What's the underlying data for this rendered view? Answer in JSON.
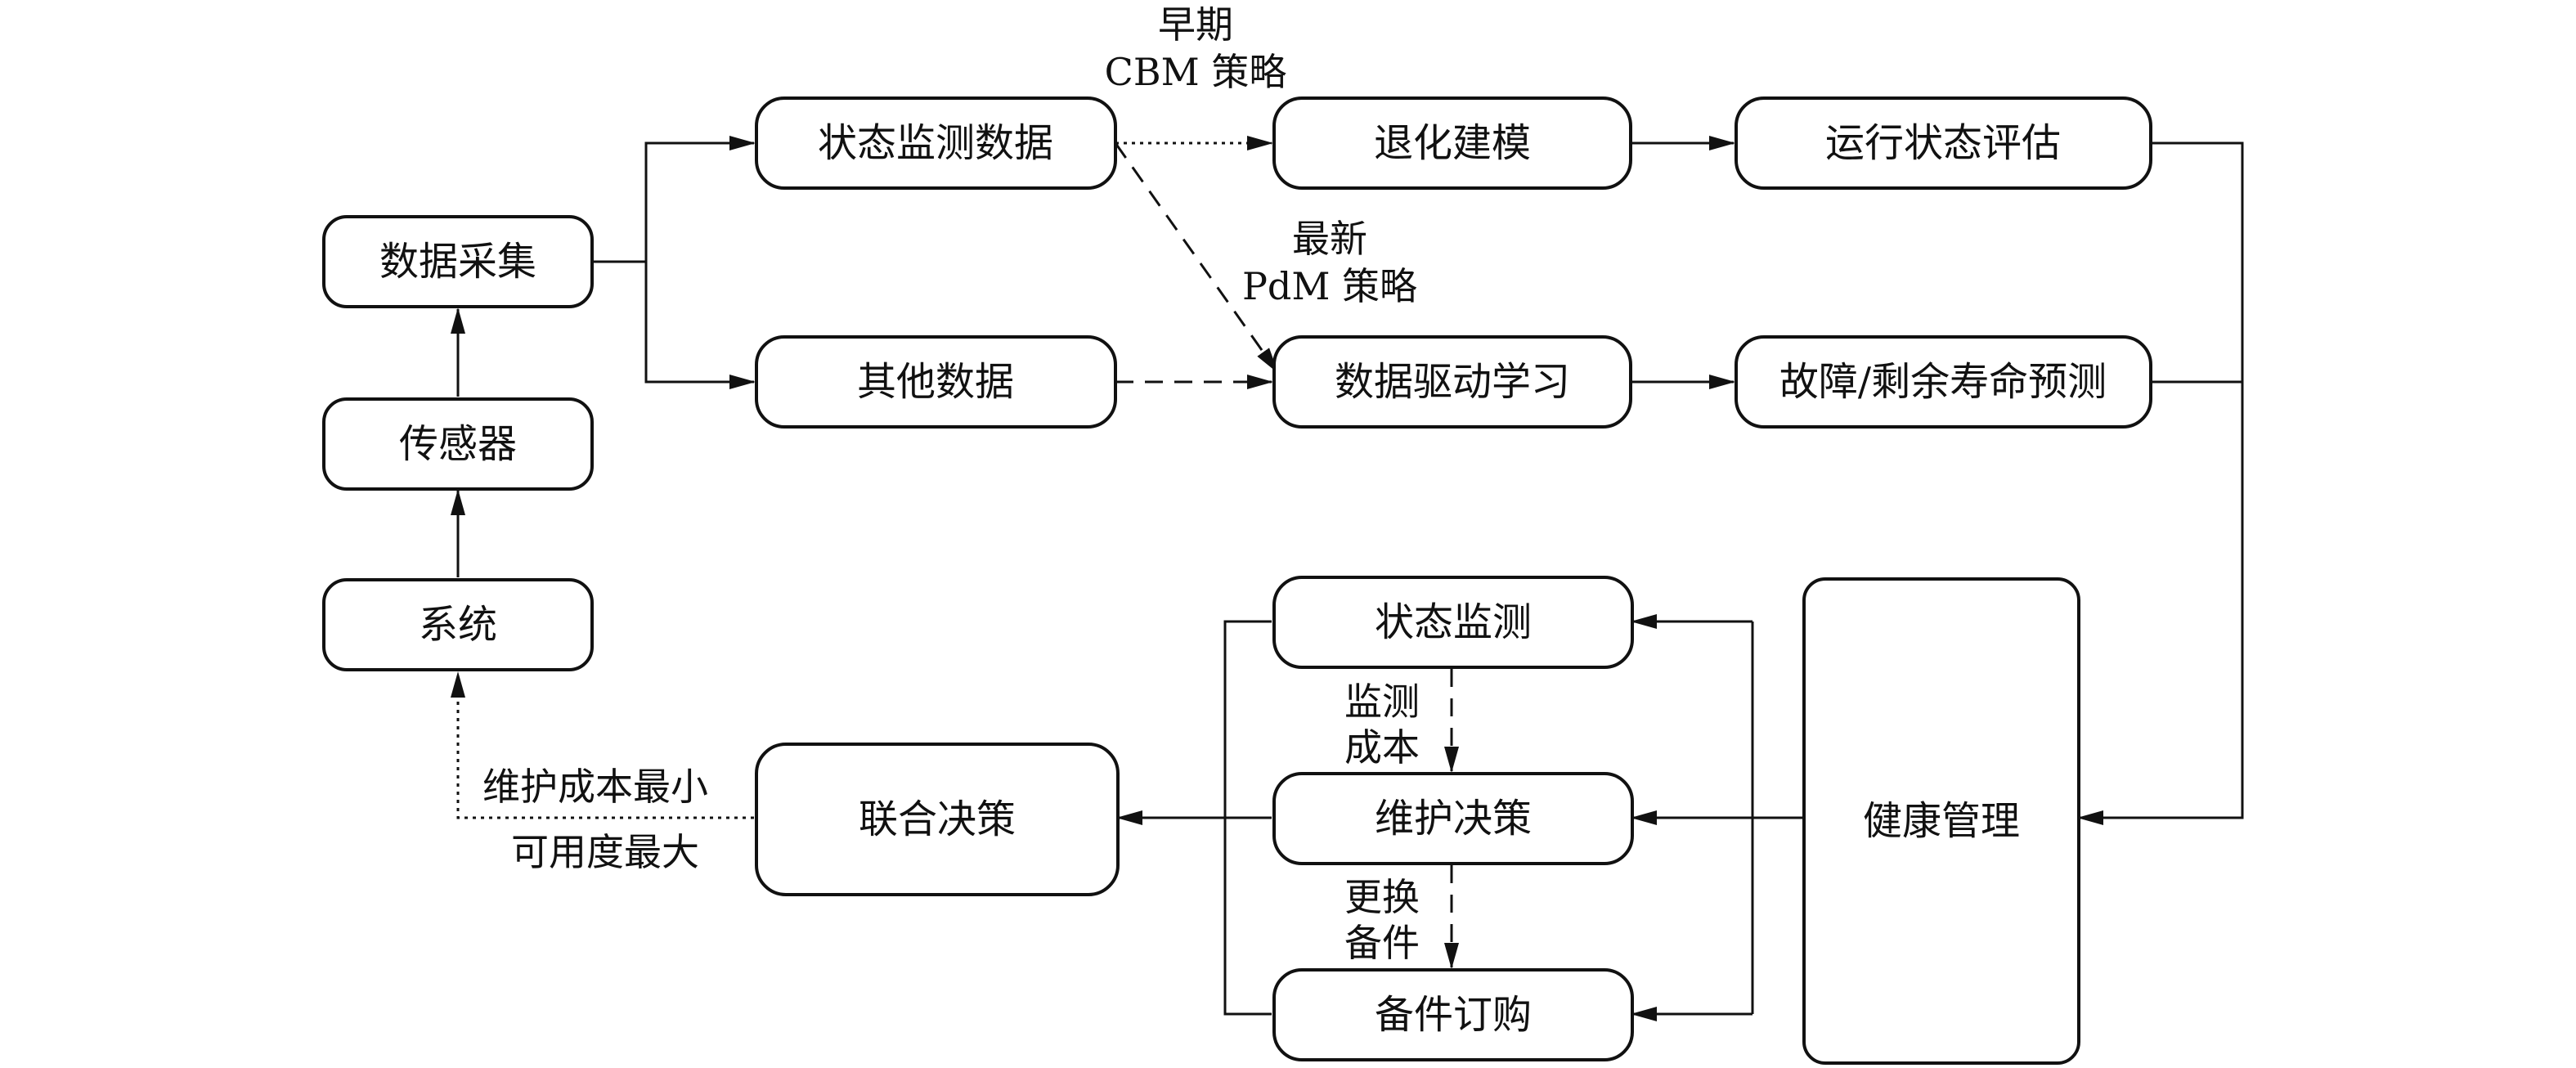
{
  "nodes": {
    "data_acquisition": "数据采集",
    "sensor": "传感器",
    "system": "系统",
    "condition_monitoring_data": "状态监测数据",
    "other_data": "其他数据",
    "degradation_modeling": "退化建模",
    "data_driven_learning": "数据驱动学习",
    "operating_state_assessment": "运行状态评估",
    "fault_rul_prediction": "故障/剩余寿命预测",
    "health_management": "健康管理",
    "condition_monitoring": "状态监测",
    "maintenance_decision": "维护决策",
    "spare_parts_ordering": "备件订购",
    "joint_decision": "联合决策"
  },
  "annotations": {
    "early_cbm": [
      "早期",
      "CBM 策略"
    ],
    "latest_pdm": [
      "最新",
      "PdM 策略"
    ],
    "monitoring_cost": [
      "监测",
      "成本"
    ],
    "replace_spares": [
      "更换",
      "备件"
    ],
    "objective_min_cost": "维护成本最小",
    "objective_max_availability": "可用度最大"
  }
}
